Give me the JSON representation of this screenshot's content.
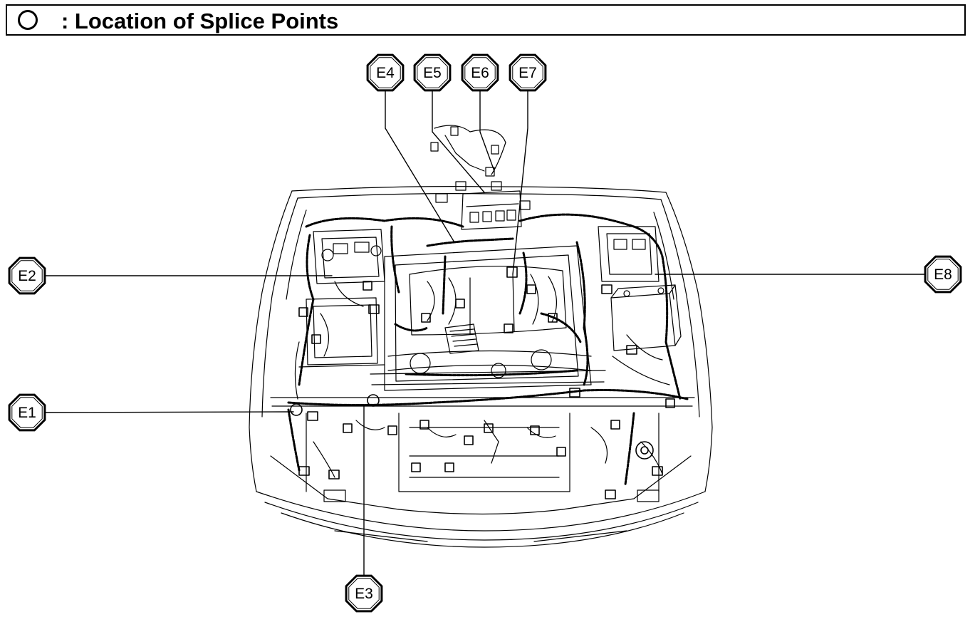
{
  "header": {
    "title": ": Location of Splice Points",
    "icon": "circle-outline-icon"
  },
  "callouts": [
    {
      "id": "E4",
      "label": "E4"
    },
    {
      "id": "E5",
      "label": "E5"
    },
    {
      "id": "E6",
      "label": "E6"
    },
    {
      "id": "E7",
      "label": "E7"
    },
    {
      "id": "E2",
      "label": "E2"
    },
    {
      "id": "E8",
      "label": "E8"
    },
    {
      "id": "E1",
      "label": "E1"
    },
    {
      "id": "E3",
      "label": "E3"
    }
  ],
  "colors": {
    "ink": "#000000",
    "background": "#ffffff"
  }
}
